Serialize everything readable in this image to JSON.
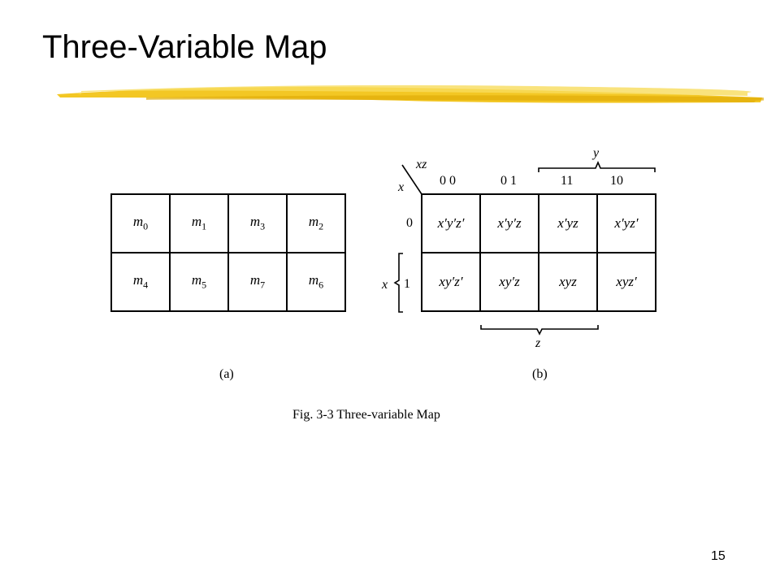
{
  "slide": {
    "title": "Three-Variable Map",
    "page_number": "15",
    "brush_color": "#f2c418"
  },
  "map_a": {
    "caption": "(a)",
    "rows": [
      [
        {
          "base": "m",
          "sub": "0"
        },
        {
          "base": "m",
          "sub": "1"
        },
        {
          "base": "m",
          "sub": "3"
        },
        {
          "base": "m",
          "sub": "2"
        }
      ],
      [
        {
          "base": "m",
          "sub": "4"
        },
        {
          "base": "m",
          "sub": "5"
        },
        {
          "base": "m",
          "sub": "7"
        },
        {
          "base": "m",
          "sub": "6"
        }
      ]
    ]
  },
  "map_b": {
    "caption": "(b)",
    "corner_col_var": "xz",
    "corner_row_var": "x",
    "col_headers": [
      "0 0",
      "0 1",
      "11",
      "10"
    ],
    "row_headers": [
      "0",
      "1"
    ],
    "y_label": "y",
    "x_label": "x",
    "z_label": "z",
    "rows": [
      [
        "x′y′z′",
        "x′y′z",
        "x′yz",
        "x′yz′"
      ],
      [
        "xy′z′",
        "xy′z",
        "xyz",
        "xyz′"
      ]
    ]
  },
  "figure_caption": "Fig. 3-3  Three-variable Map"
}
